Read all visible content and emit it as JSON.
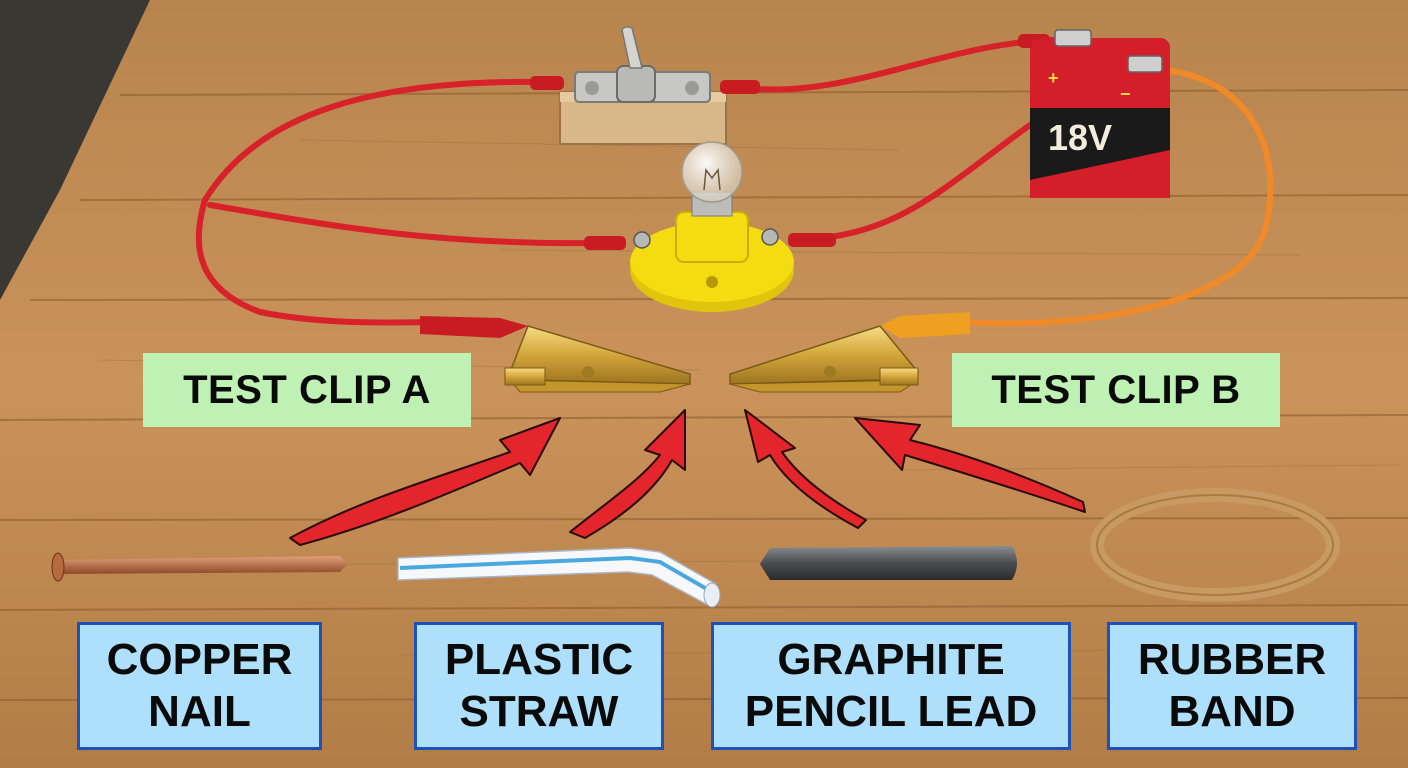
{
  "battery": {
    "voltage": "18V",
    "plus": "+",
    "minus": "−"
  },
  "clips": {
    "a_label": "TEST CLIP A",
    "b_label": "TEST CLIP B"
  },
  "materials": [
    {
      "line1": "COPPER",
      "line2": "NAIL"
    },
    {
      "line1": "PLASTIC",
      "line2": "STRAW"
    },
    {
      "line1": "GRAPHITE",
      "line2": "PENCIL LEAD"
    },
    {
      "line1": "RUBBER",
      "line2": "BAND"
    }
  ],
  "colors": {
    "wire_red": "#d8222a",
    "wire_orange": "#f08a28",
    "arrow_red": "#e4262c",
    "bulb_base": "#f5dc10",
    "label_green": "#bff0b4",
    "label_blue": "#aee0fb",
    "label_blue_border": "#1f52b8"
  }
}
